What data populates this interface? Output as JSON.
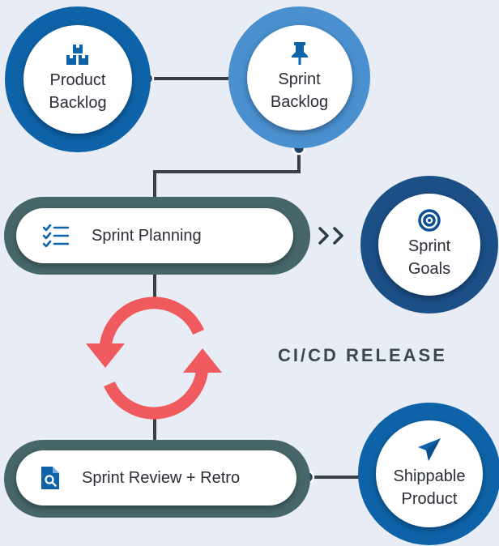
{
  "colors": {
    "background": "#e8edf5",
    "dark_blue": "#0e63a8",
    "light_blue": "#4a90cf",
    "navy": "#1b4f86",
    "slate": "#466669",
    "red_arrow": "#ef5a5f",
    "connector": "#3a3f44"
  },
  "nodes": {
    "product_backlog": {
      "line1": "Product",
      "line2": "Backlog",
      "icon": "boxes-icon"
    },
    "sprint_backlog": {
      "line1": "Sprint",
      "line2": "Backlog",
      "icon": "pushpin-icon"
    },
    "sprint_goals": {
      "line1": "Sprint",
      "line2": "Goals",
      "icon": "target-icon"
    },
    "shippable_product": {
      "line1": "Shippable",
      "line2": "Product",
      "icon": "paper-plane-icon"
    }
  },
  "steps": {
    "sprint_planning": {
      "label": "Sprint Planning",
      "icon": "checklist-icon"
    },
    "sprint_review": {
      "label": "Sprint Review + Retro",
      "icon": "file-search-icon"
    }
  },
  "cycle": {
    "icon": "refresh-cycle-icon"
  },
  "release_label": "CI/CD RELEASE",
  "arrow_glyph": ">>"
}
